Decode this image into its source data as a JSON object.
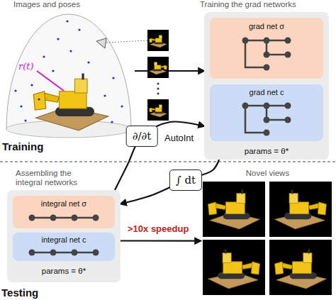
{
  "diagram": {
    "nodes": [
      {
        "text": [
          "Images and poses"
        ]
      },
      {
        "text": [
          "Training the grad networks",
          "params = θ*"
        ]
      },
      {
        "text": [
          "grad net σ"
        ],
        "in": 1
      },
      {
        "text": [
          "grad net c"
        ],
        "in": 1
      },
      {
        "text": [
          "Assembling the integral networks",
          "params = θ*"
        ]
      },
      {
        "text": [
          "integral net σ"
        ],
        "in": 4
      },
      {
        "text": [
          "integral net c"
        ],
        "in": 4
      },
      {
        "text": [
          "Novel views"
        ]
      }
    ],
    "edges": [
      {
        "from": 0,
        "to": 1,
        "arrow": "to"
      },
      {
        "from": 4,
        "to": 1,
        "label": "∂/∂t",
        "arrow": "to"
      },
      {
        "from": 1,
        "to": 4,
        "label": "∫ dt",
        "arrow": "to"
      },
      {
        "from": 4,
        "to": 7,
        "label": ">10x speedup",
        "arrow": "to"
      }
    ],
    "labels": [
      "r(t)",
      "Training",
      "AutoInt",
      "Testing"
    ]
  }
}
